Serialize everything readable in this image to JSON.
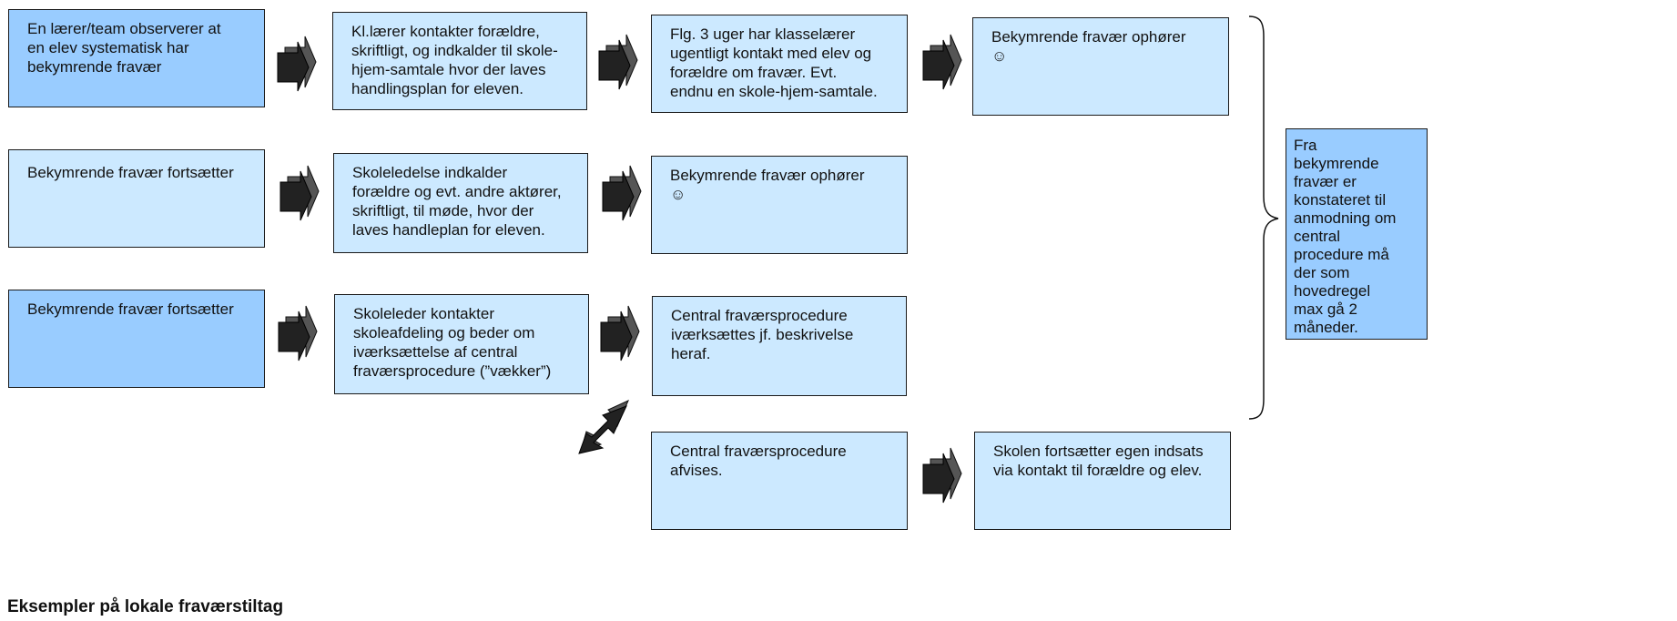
{
  "row1": {
    "box1": "En lærer/team observerer at\nen elev systematisk har\nbekymrende fravær",
    "box2": "Kl.lærer kontakter forældre,\nskriftligt, og indkalder til skole-\nhjem-samtale hvor der laves\nhandlingsplan for eleven.",
    "box3": "Flg. 3 uger har klasselærer\nugentligt kontakt med elev og\nforældre om fravær. Evt.\nendnu en skole-hjem-samtale.",
    "box4": "Bekymrende fravær ophører\n☺"
  },
  "row2": {
    "box1": "Bekymrende fravær fortsætter",
    "box2": "Skoleledelse indkalder\nforældre og evt. andre aktører,\nskriftligt, til møde, hvor der\nlaves handleplan for eleven.",
    "box3": "Bekymrende fravær ophører\n☺"
  },
  "row3": {
    "box1": "Bekymrende fravær fortsætter",
    "box2": "Skoleleder kontakter\nskoleafdeling og beder om\niværksættelse af central\nfraværsprocedure (”vækker”)",
    "box3": "Central fraværsprocedure\niværksættes jf. beskrivelse\nheraf."
  },
  "row4": {
    "box1": "Central fraværsprocedure\nafvises.",
    "box2": "Skolen fortsætter egen indsats\nvia kontakt til forældre og elev."
  },
  "side_note": "Fra\nbekymrende\nfravær er\nkonstateret til\nanmodning om\ncentral\nprocedure må\nder som\nhovedregel\nmax gå 2\nmåneder.",
  "heading": "Eksempler på lokale fraværstiltag"
}
